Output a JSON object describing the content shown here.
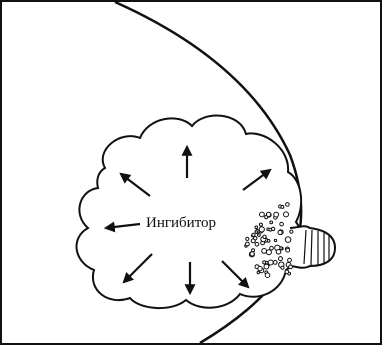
{
  "diagram": {
    "center_label": "Ингибитор",
    "colors": {
      "ink": "#111111",
      "paper": "#ffffff"
    },
    "arrows": [
      {
        "name": "arrow-up",
        "direction": "up"
      },
      {
        "name": "arrow-up-left",
        "direction": "up-left"
      },
      {
        "name": "arrow-up-right",
        "direction": "up-right"
      },
      {
        "name": "arrow-left",
        "direction": "left"
      },
      {
        "name": "arrow-down-left",
        "direction": "down-left"
      },
      {
        "name": "arrow-down",
        "direction": "down"
      },
      {
        "name": "arrow-down-right",
        "direction": "down-right"
      }
    ]
  }
}
